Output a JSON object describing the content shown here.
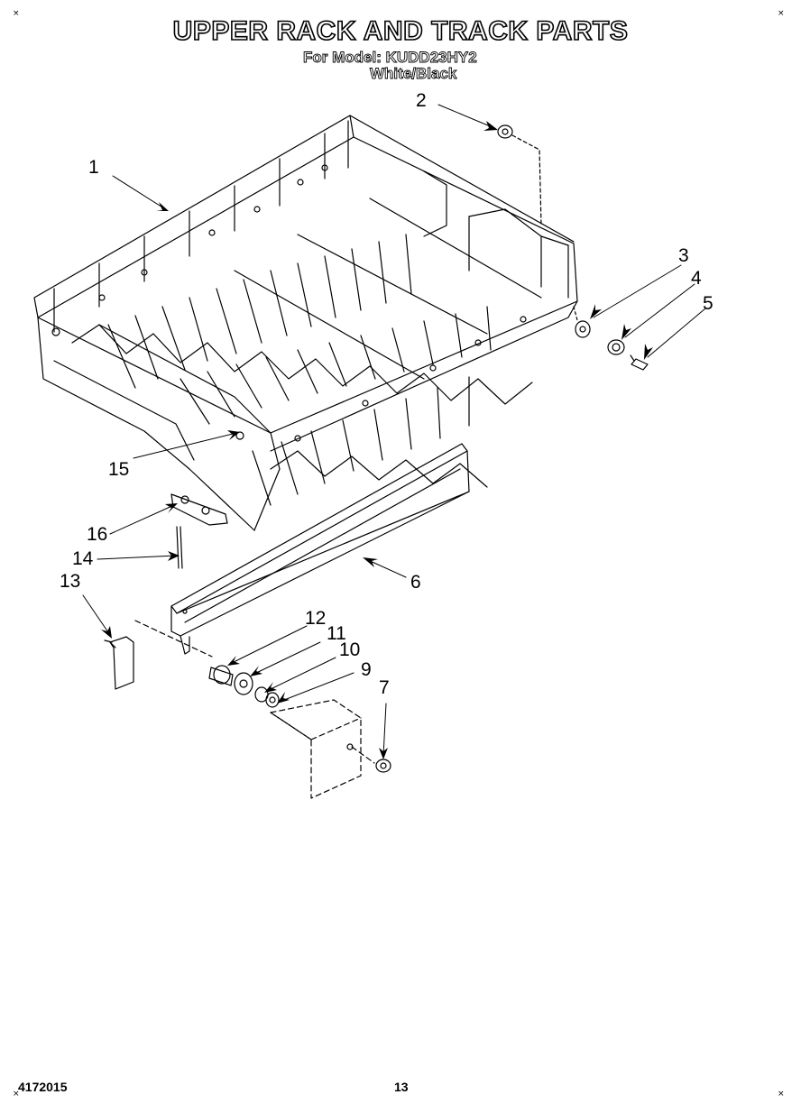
{
  "page": {
    "title": "UPPER RACK AND TRACK PARTS",
    "model_line": "For Model: KUDD23HY2",
    "color_line": "White/Black",
    "doc_number": "4172015",
    "page_number": "13",
    "corner_marks": [
      "×",
      "×",
      "×",
      "×"
    ]
  },
  "callouts": {
    "c1": "1",
    "c2": "2",
    "c3": "3",
    "c4": "4",
    "c5": "5",
    "c6": "6",
    "c7": "7",
    "c9": "9",
    "c10": "10",
    "c11": "11",
    "c12": "12",
    "c13": "13",
    "c14": "14",
    "c15": "15",
    "c16": "16"
  }
}
